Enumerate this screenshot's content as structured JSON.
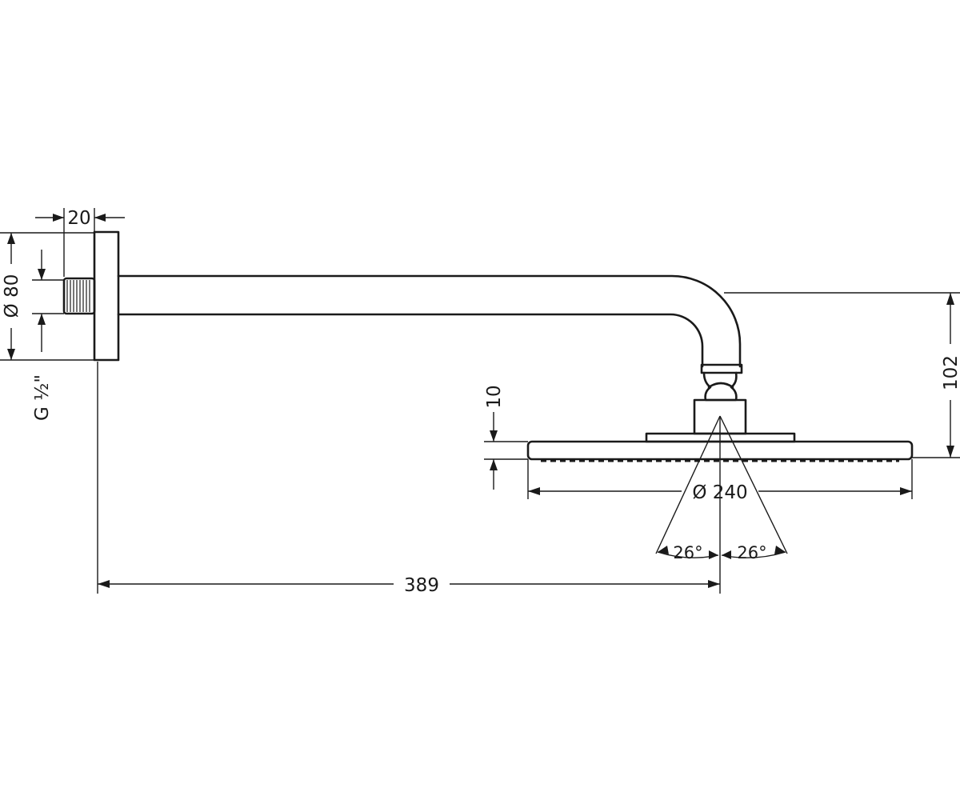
{
  "dimensions": {
    "flange_depth": "20",
    "flange_diameter": "Ø 80",
    "thread": "G ½\"",
    "arm_drop_height": "102",
    "head_thickness": "10",
    "head_diameter": "Ø 240",
    "spray_angle_left": "26°",
    "spray_angle_right": "26°",
    "arm_projection": "389"
  },
  "colors": {
    "line": "#1a1a1a",
    "background": "#ffffff"
  }
}
